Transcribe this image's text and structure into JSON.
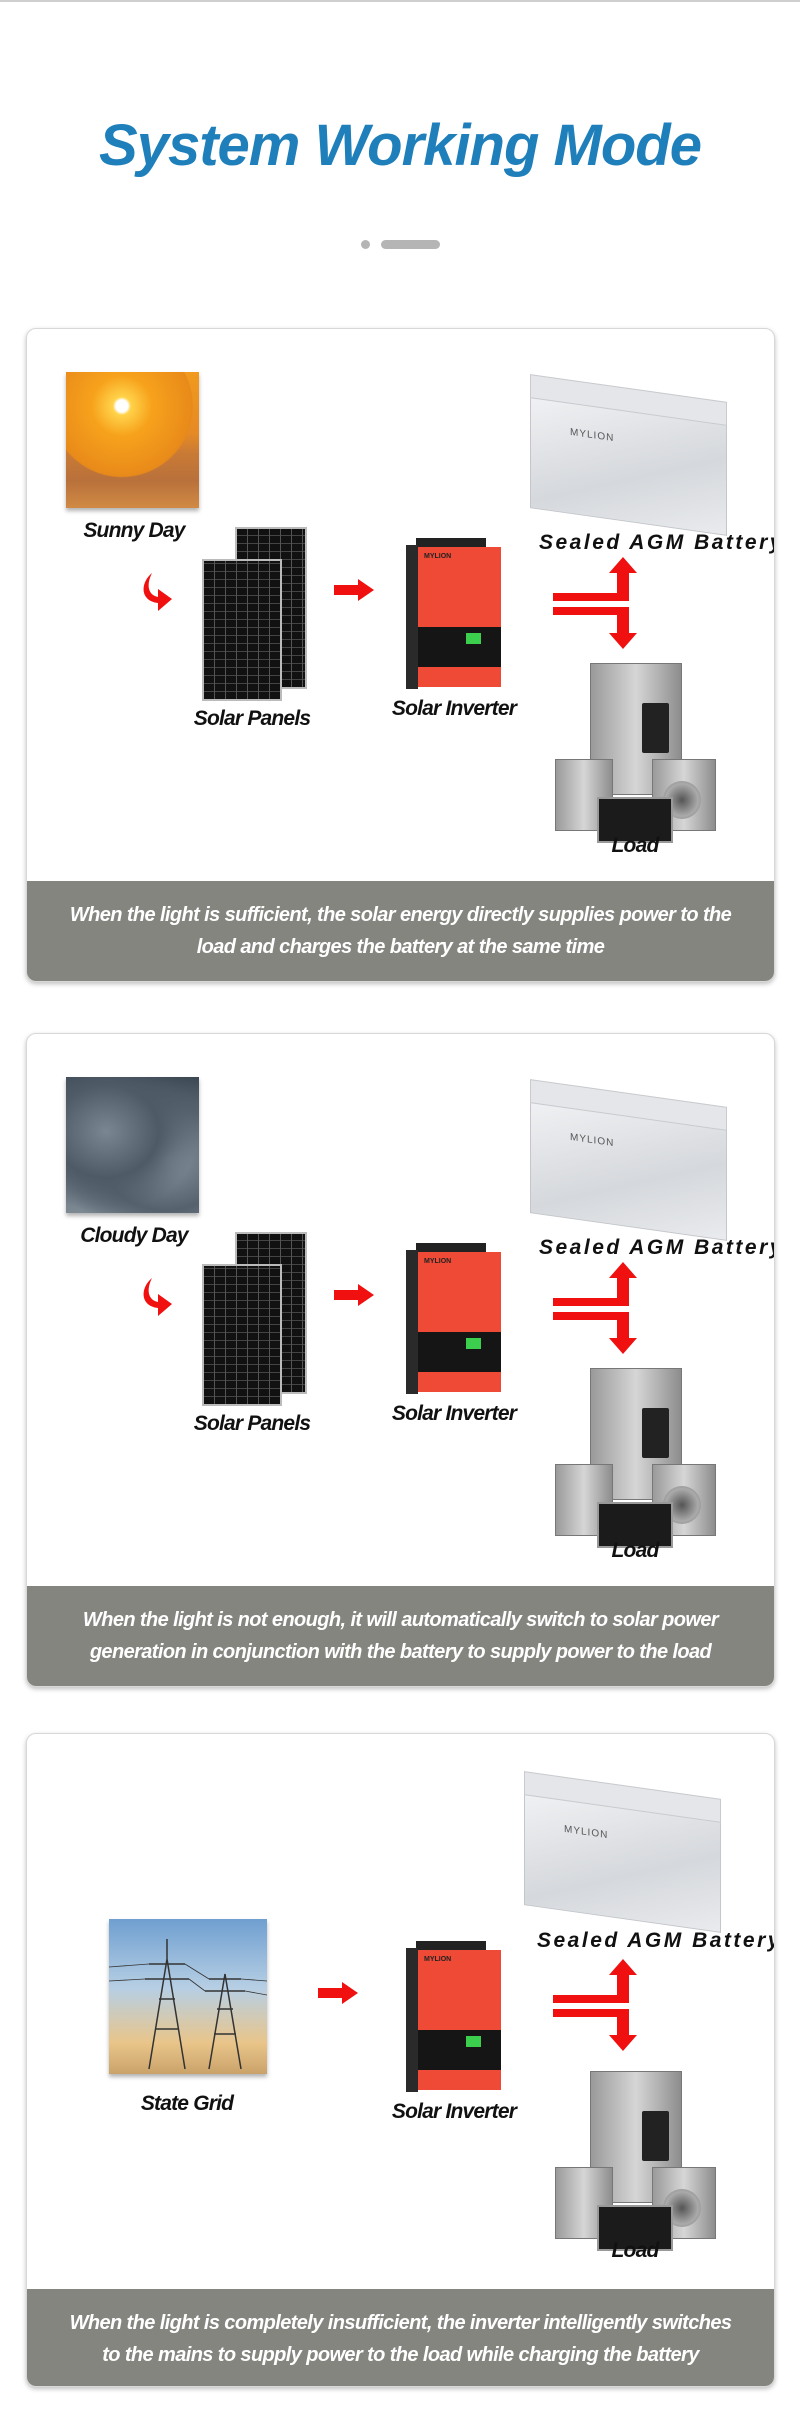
{
  "header": {
    "title": "System Working Mode"
  },
  "colors": {
    "title": "#1f7fba",
    "arrow": "#ff0000",
    "caption_bg": "#858580"
  },
  "cards": [
    {
      "source_label": "Sunny Day",
      "source_image": "sunny-day-image",
      "panels_label": "Solar Panels",
      "inverter_label": "Solar Inverter",
      "battery_label": "Sealed AGM Battery",
      "load_label": "Load",
      "caption_lines": [
        "When the light is sufficient, the solar energy directly supplies power to the",
        "load and charges the battery at the same time"
      ]
    },
    {
      "source_label": "Cloudy Day",
      "source_image": "cloudy-day-image",
      "panels_label": "Solar Panels",
      "inverter_label": "Solar Inverter",
      "battery_label": "Sealed AGM Battery",
      "load_label": "Load",
      "caption_lines": [
        "When the light is not enough, it will automatically switch to solar power",
        "generation in conjunction with the battery to supply power to the load"
      ]
    },
    {
      "source_label": "State Grid",
      "source_image": "state-grid-image",
      "inverter_label": "Solar Inverter",
      "battery_label": "Sealed AGM Battery",
      "load_label": "Load",
      "caption_lines": [
        "When the light is completely insufficient, the inverter intelligently switches",
        "to the mains to supply power to the load while charging the battery"
      ]
    }
  ],
  "brand": "MYLION"
}
